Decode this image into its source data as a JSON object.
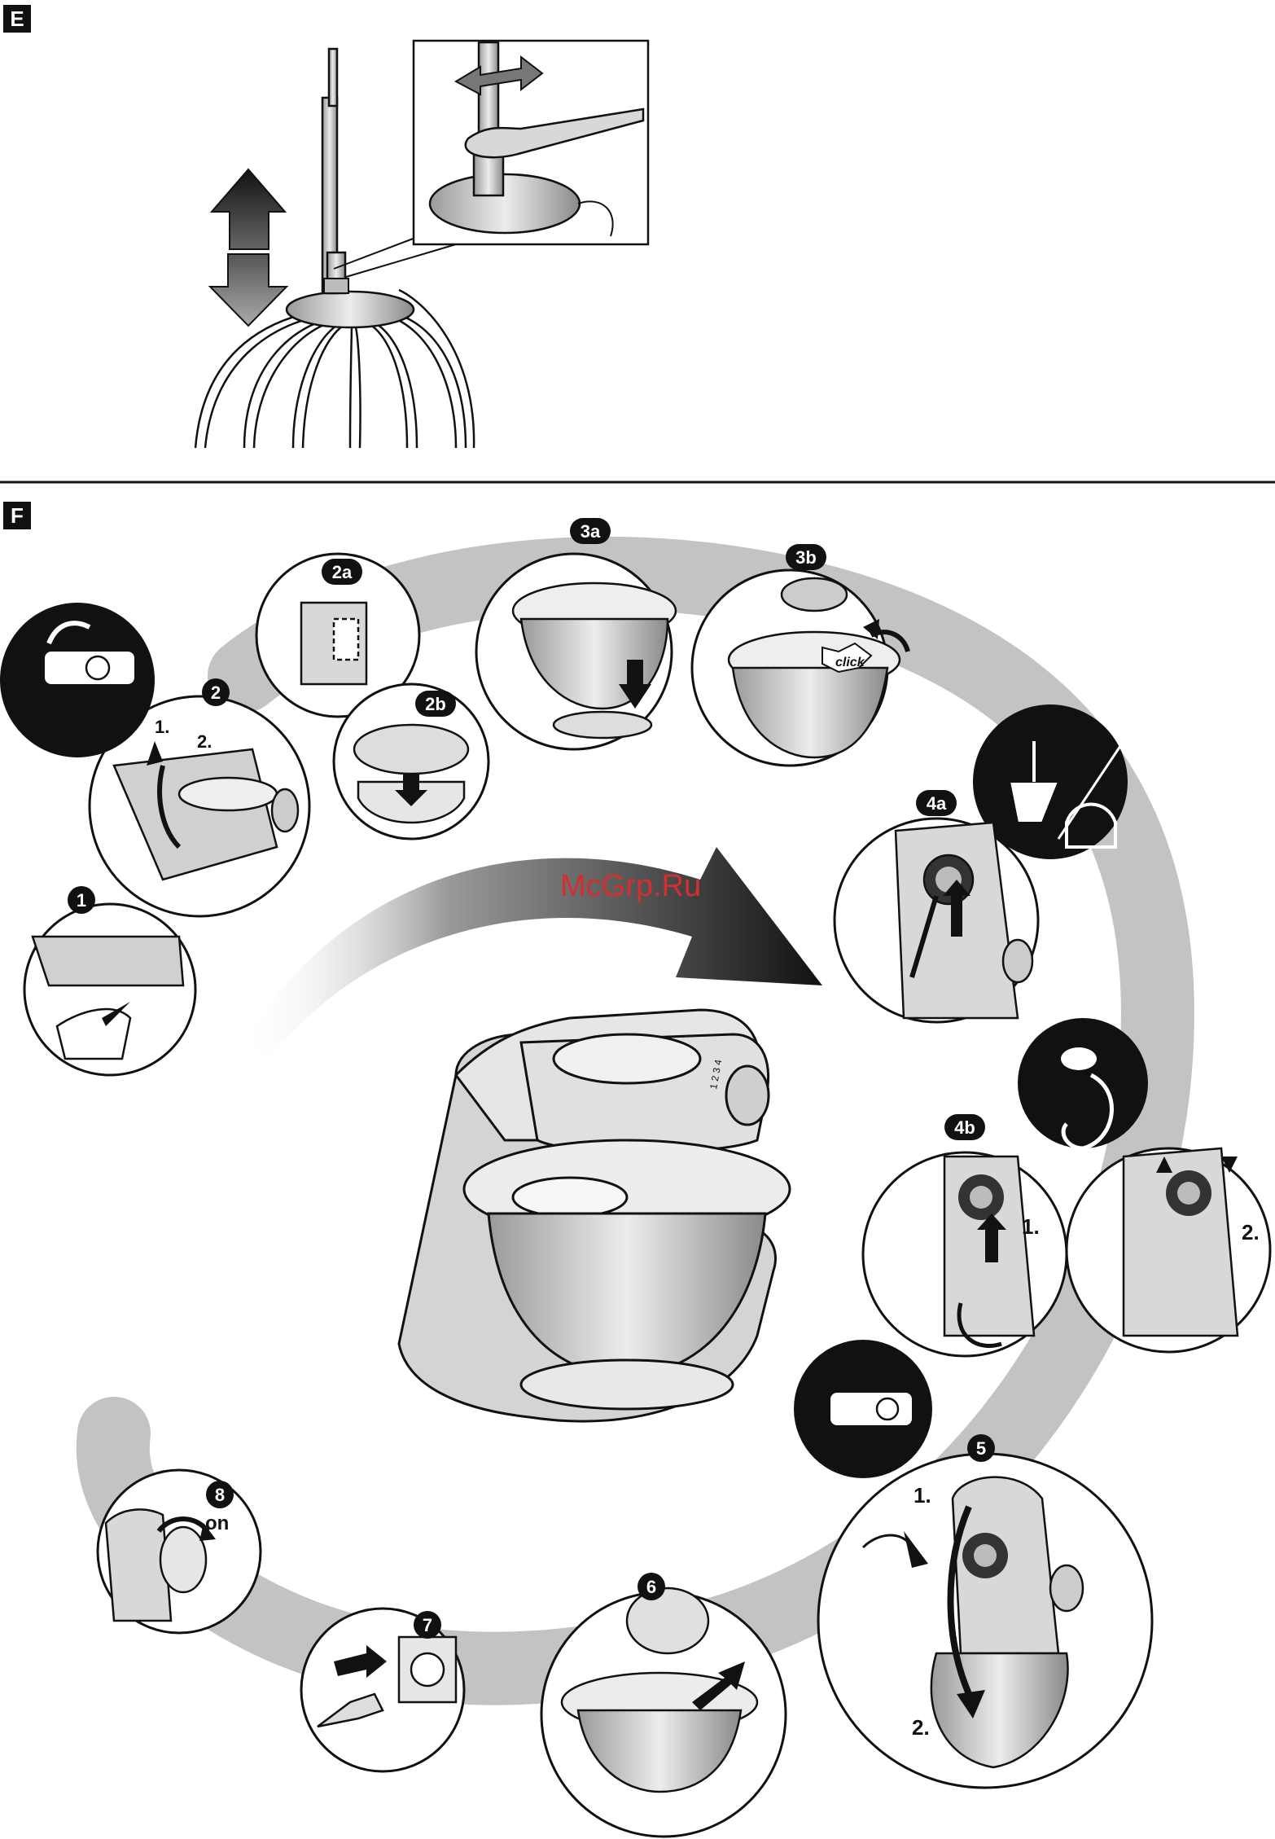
{
  "sections": {
    "e": {
      "label": "E"
    },
    "f": {
      "label": "F"
    }
  },
  "steps": {
    "s1": "1",
    "s2": "2",
    "s2a": "2a",
    "s2b": "2b",
    "s3a": "3a",
    "s3b": "3b",
    "s4a": "4a",
    "s4b": "4b",
    "s5": "5",
    "s6": "6",
    "s7": "7",
    "s8": "8"
  },
  "sub_labels": {
    "step2_first": "1.",
    "step2_second": "2.",
    "step4b_first": "1.",
    "step4b_second": "2.",
    "step5_first": "1.",
    "step5_second": "2."
  },
  "texts": {
    "click": "click",
    "on": "on",
    "watermark": "McGrp.Ru",
    "dial_numbers": "1 2 3 4"
  },
  "colors": {
    "ink": "#111111",
    "grey_path": "#bdbdbd",
    "metal": "#cfcfcf",
    "watermark": "#d32f2f"
  },
  "icons": {
    "up_arrow": "up-arrow-icon",
    "down_arrow": "down-arrow-icon",
    "rotate_arrow": "rotate-arrow-icon",
    "big_arc_arrow": "curved-arrow-icon"
  }
}
